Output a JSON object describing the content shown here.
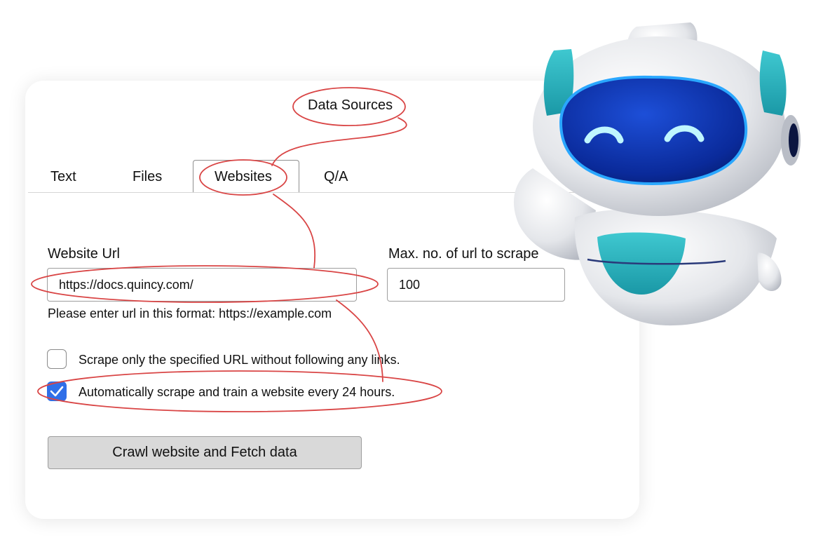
{
  "panel": {
    "title": "Data Sources",
    "tabs": [
      {
        "label": "Text",
        "active": false
      },
      {
        "label": "Files",
        "active": false
      },
      {
        "label": "Websites",
        "active": true
      },
      {
        "label": "Q/A",
        "active": false
      }
    ]
  },
  "form": {
    "website_url_label": "Website Url",
    "website_url_value": "https://docs.quincy.com/",
    "max_urls_label": "Max. no. of url to scrape",
    "max_urls_value": "100",
    "hint": "Please enter url in this format: https://example.com",
    "options": [
      {
        "label": "Scrape only the specified URL without following any links.",
        "checked": false
      },
      {
        "label": "Automatically scrape and train a website every 24 hours.",
        "checked": true
      }
    ],
    "submit_label": "Crawl website and Fetch data"
  },
  "colors": {
    "checkbox_checked": "#2f6fe8",
    "annotation": "#d94545",
    "button_bg": "#d9d9d9"
  },
  "icons": {
    "check": "check-icon",
    "mascot": "robot-mascot"
  }
}
